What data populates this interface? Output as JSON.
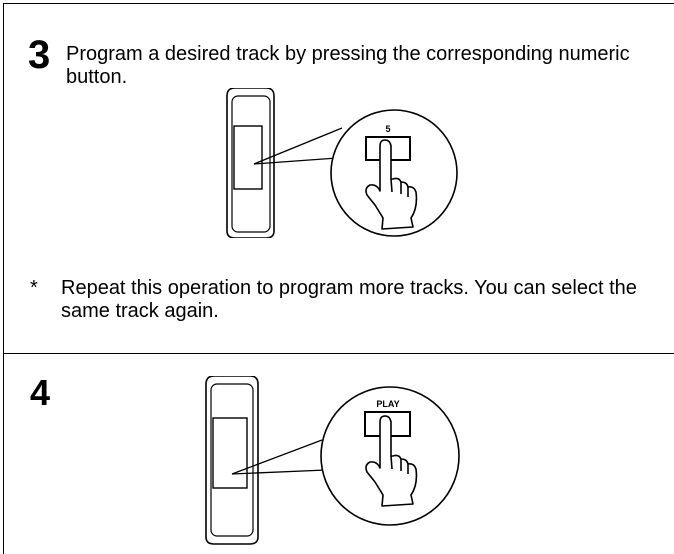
{
  "step3": {
    "number": "3",
    "instruction": "Program a desired track by pressing the corresponding numeric button.",
    "button_label": "5",
    "note_mark": "*",
    "note": "Repeat this operation to program more tracks. You can select the same track again."
  },
  "step4": {
    "number": "4",
    "button_label": "PLAY"
  },
  "icons": [
    "remote-control-icon",
    "pressing-hand-icon",
    "magnifier-circle-icon"
  ]
}
